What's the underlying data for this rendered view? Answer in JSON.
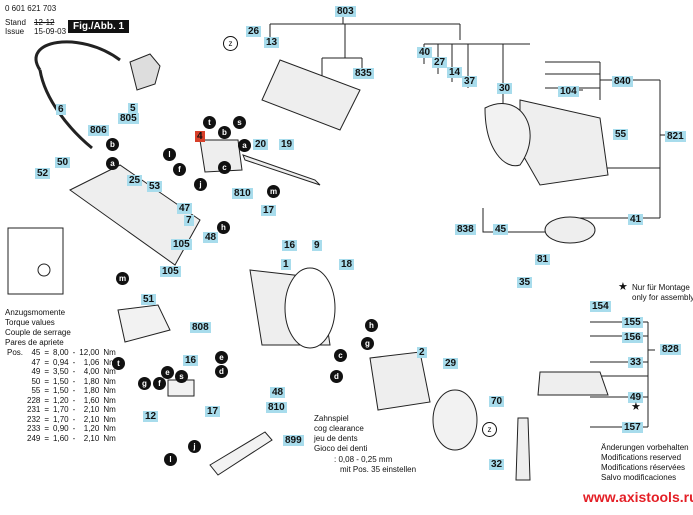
{
  "header": {
    "part_number": "0 601 621 703",
    "stand_label": "Stand",
    "issue_label": "Issue",
    "stand_value_struck": "12-12",
    "issue_value": "15-09-03",
    "figure_label": "Fig./Abb. 1"
  },
  "part_labels": {
    "p803": "803",
    "p26": "26",
    "p13": "13",
    "p835": "835",
    "p40": "40",
    "p27": "27",
    "p14": "14",
    "p37": "37",
    "p30": "30",
    "p840": "840",
    "p104": "104",
    "p821": "821",
    "p55": "55",
    "p41": "41",
    "p6": "6",
    "p5": "5",
    "p805": "805",
    "p806": "806",
    "p50": "50",
    "p52": "52",
    "p25": "25",
    "p4": "4",
    "p20": "20",
    "p19": "19",
    "p53": "53",
    "p47": "47",
    "p7": "7",
    "p810a": "810",
    "p17a": "17",
    "p48a": "48",
    "p16a": "16",
    "p9": "9",
    "p105a": "105",
    "p105b": "105",
    "p1": "1",
    "p18": "18",
    "p51": "51",
    "p808": "808",
    "p838": "838",
    "p45": "45",
    "p81": "81",
    "p35": "35",
    "p154": "154",
    "p155": "155",
    "p156": "156",
    "p828": "828",
    "p33": "33",
    "p49": "49",
    "p157": "157",
    "p2": "2",
    "p29": "29",
    "p70": "70",
    "p32": "32",
    "p16b": "16",
    "p17b": "17",
    "p48b": "48",
    "p810b": "810",
    "p12": "12",
    "p899": "899"
  },
  "wire_markers": {
    "b1": "b",
    "a1": "a",
    "t1": "t",
    "b2": "b",
    "s1": "s",
    "a2": "a",
    "l1": "l",
    "f1": "f",
    "j1": "j",
    "c1": "c",
    "m1": "m",
    "h1": "h",
    "m2": "m",
    "t2": "t",
    "g1": "g",
    "f2": "f",
    "e1": "e",
    "s2": "s",
    "e2": "e",
    "d1": "d",
    "l2": "l",
    "j2": "j",
    "h2": "h",
    "g2": "g",
    "c2": "c",
    "d2": "d",
    "z1": "z",
    "z2": "z",
    "z3": "z"
  },
  "torque": {
    "title_de": "Anzugsmomente",
    "title_en": "Torque values",
    "title_fr": "Couple de serrage",
    "title_es": "Pares de apriete",
    "pos_label": "Pos.",
    "rows": [
      {
        "pos": "45",
        "min": "8,00",
        "max": "12,00",
        "unit": "Nm"
      },
      {
        "pos": "47",
        "min": "0,94",
        "max": "1,06",
        "unit": "Nm"
      },
      {
        "pos": "49",
        "min": "3,50",
        "max": "4,00",
        "unit": "Nm"
      },
      {
        "pos": "50",
        "min": "1,50",
        "max": "1,80",
        "unit": "Nm"
      },
      {
        "pos": "55",
        "min": "1,50",
        "max": "1,80",
        "unit": "Nm"
      },
      {
        "pos": "228",
        "min": "1,20",
        "max": "1,60",
        "unit": "Nm"
      },
      {
        "pos": "231",
        "min": "1,70",
        "max": "2,10",
        "unit": "Nm"
      },
      {
        "pos": "232",
        "min": "1,70",
        "max": "2,10",
        "unit": "Nm"
      },
      {
        "pos": "233",
        "min": "0,90",
        "max": "1,20",
        "unit": "Nm"
      },
      {
        "pos": "249",
        "min": "1,60",
        "max": "2,10",
        "unit": "Nm"
      }
    ]
  },
  "cog_note": {
    "line1": "Zahnspiel",
    "line2": "cog clearance",
    "line3": "jeu de dents",
    "line4": "Gioco dei denti",
    "line5": ": 0,08 - 0,25 mm",
    "line6": "mit Pos. 35 einstellen"
  },
  "assembly_note": {
    "star": "★",
    "line1": "Nur für Montage",
    "line2": "only for assembly"
  },
  "star_49": "★",
  "modifications": {
    "de": "Änderungen vorbehalten",
    "en": "Modifications reserved",
    "fr": "Modifications réservées",
    "es": "Salvo modificaciones"
  },
  "watermark": "www.axistools.ru",
  "colors": {
    "label_bg": "#a8dcec",
    "highlight_label_bg": "#d8402a",
    "watermark": "#e41f26"
  }
}
